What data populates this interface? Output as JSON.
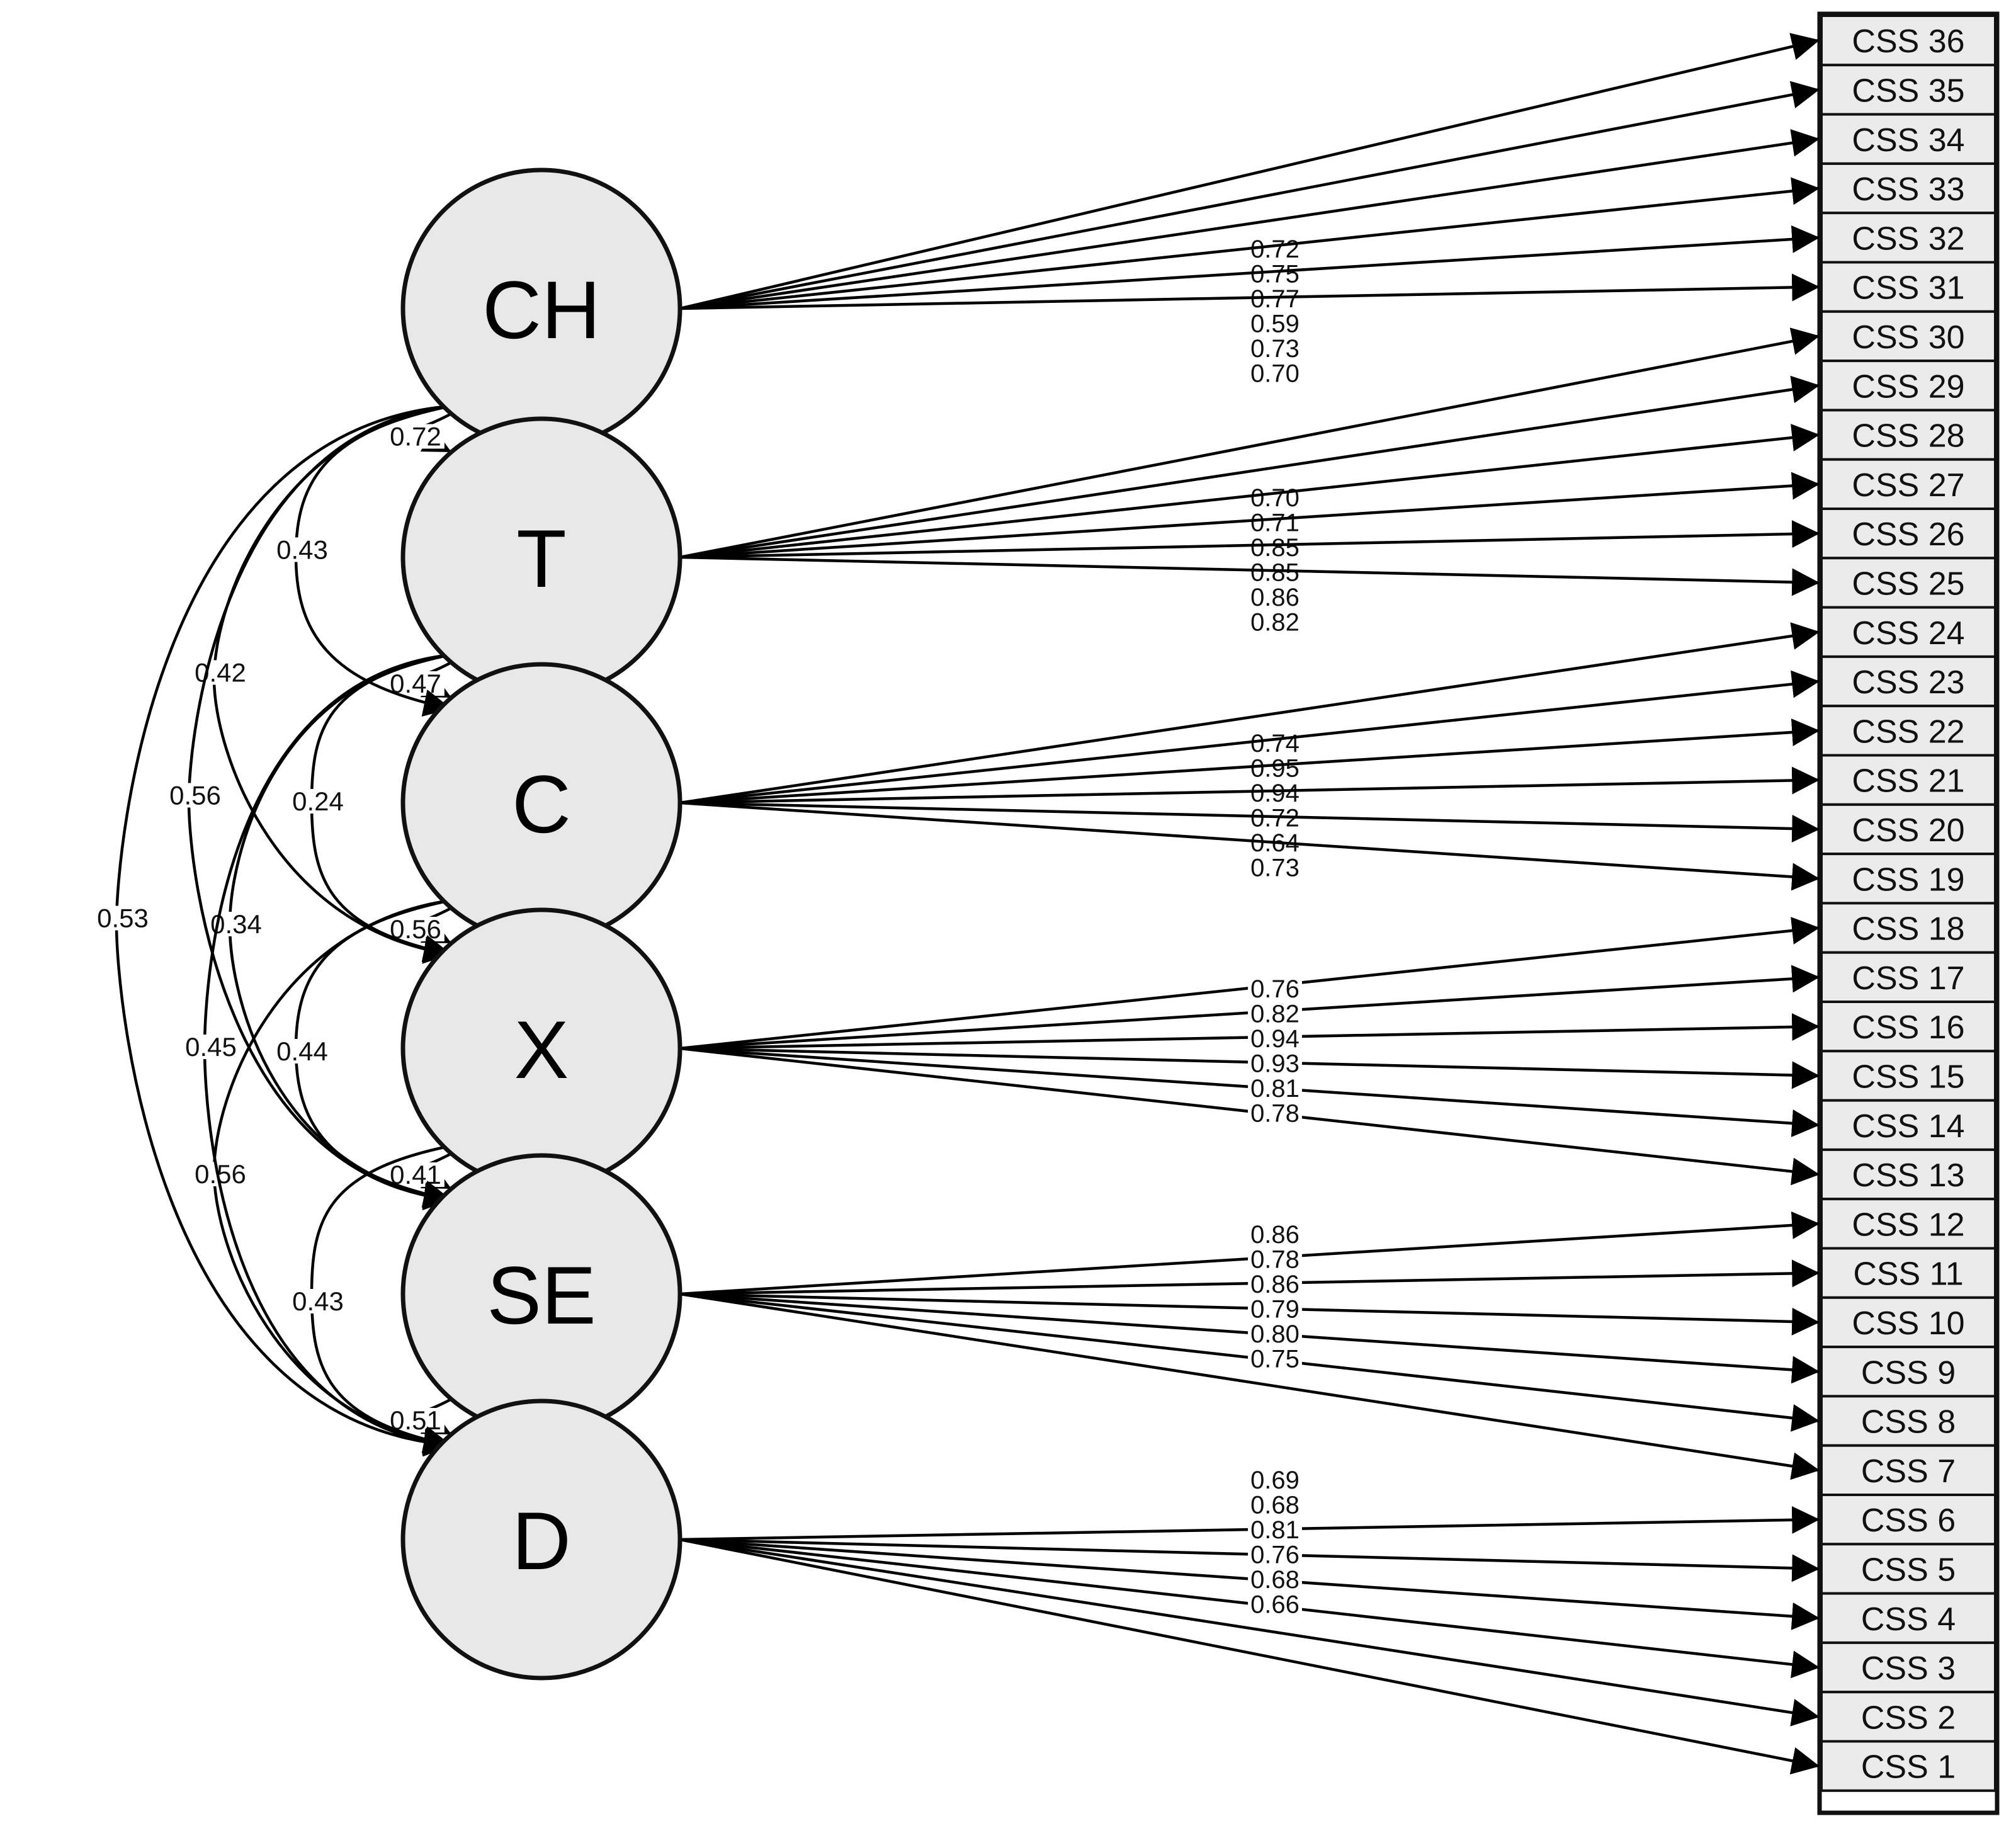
{
  "factors": [
    {
      "id": "CH",
      "label": "CH"
    },
    {
      "id": "T",
      "label": "T"
    },
    {
      "id": "C",
      "label": "C"
    },
    {
      "id": "X",
      "label": "X"
    },
    {
      "id": "SE",
      "label": "SE"
    },
    {
      "id": "D",
      "label": "D"
    }
  ],
  "indicators": [
    "CSS 36",
    "CSS 35",
    "CSS 34",
    "CSS 33",
    "CSS 32",
    "CSS 31",
    "CSS 30",
    "CSS 29",
    "CSS 28",
    "CSS 27",
    "CSS 26",
    "CSS 25",
    "CSS 24",
    "CSS 23",
    "CSS 22",
    "CSS 21",
    "CSS 20",
    "CSS 19",
    "CSS 18",
    "CSS 17",
    "CSS 16",
    "CSS 15",
    "CSS 14",
    "CSS 13",
    "CSS 12",
    "CSS 11",
    "CSS 10",
    "CSS 9",
    "CSS 8",
    "CSS 7",
    "CSS 6",
    "CSS 5",
    "CSS 4",
    "CSS 3",
    "CSS 2",
    "CSS 1"
  ],
  "loadings": [
    {
      "factor": "CH",
      "indicator": "CSS 36",
      "value": "0.72"
    },
    {
      "factor": "CH",
      "indicator": "CSS 35",
      "value": "0.75"
    },
    {
      "factor": "CH",
      "indicator": "CSS 34",
      "value": "0.77"
    },
    {
      "factor": "CH",
      "indicator": "CSS 33",
      "value": "0.59"
    },
    {
      "factor": "CH",
      "indicator": "CSS 32",
      "value": "0.73"
    },
    {
      "factor": "CH",
      "indicator": "CSS 31",
      "value": "0.70"
    },
    {
      "factor": "T",
      "indicator": "CSS 30",
      "value": "0.70"
    },
    {
      "factor": "T",
      "indicator": "CSS 29",
      "value": "0.71"
    },
    {
      "factor": "T",
      "indicator": "CSS 28",
      "value": "0.85"
    },
    {
      "factor": "T",
      "indicator": "CSS 27",
      "value": "0.85"
    },
    {
      "factor": "T",
      "indicator": "CSS 26",
      "value": "0.86"
    },
    {
      "factor": "T",
      "indicator": "CSS 25",
      "value": "0.82"
    },
    {
      "factor": "C",
      "indicator": "CSS 24",
      "value": "0.74"
    },
    {
      "factor": "C",
      "indicator": "CSS 23",
      "value": "0.95"
    },
    {
      "factor": "C",
      "indicator": "CSS 22",
      "value": "0.94"
    },
    {
      "factor": "C",
      "indicator": "CSS 21",
      "value": "0.72"
    },
    {
      "factor": "C",
      "indicator": "CSS 20",
      "value": "0.64"
    },
    {
      "factor": "C",
      "indicator": "CSS 19",
      "value": "0.73"
    },
    {
      "factor": "X",
      "indicator": "CSS 18",
      "value": "0.76"
    },
    {
      "factor": "X",
      "indicator": "CSS 17",
      "value": "0.82"
    },
    {
      "factor": "X",
      "indicator": "CSS 16",
      "value": "0.94"
    },
    {
      "factor": "X",
      "indicator": "CSS 15",
      "value": "0.93"
    },
    {
      "factor": "X",
      "indicator": "CSS 14",
      "value": "0.81"
    },
    {
      "factor": "X",
      "indicator": "CSS 13",
      "value": "0.78"
    },
    {
      "factor": "SE",
      "indicator": "CSS 12",
      "value": "0.86"
    },
    {
      "factor": "SE",
      "indicator": "CSS 11",
      "value": "0.78"
    },
    {
      "factor": "SE",
      "indicator": "CSS 10",
      "value": "0.86"
    },
    {
      "factor": "SE",
      "indicator": "CSS 9",
      "value": "0.79"
    },
    {
      "factor": "SE",
      "indicator": "CSS 8",
      "value": "0.80"
    },
    {
      "factor": "SE",
      "indicator": "CSS 7",
      "value": "0.75"
    },
    {
      "factor": "D",
      "indicator": "CSS 6",
      "value": "0.69"
    },
    {
      "factor": "D",
      "indicator": "CSS 5",
      "value": "0.68"
    },
    {
      "factor": "D",
      "indicator": "CSS 4",
      "value": "0.81"
    },
    {
      "factor": "D",
      "indicator": "CSS 3",
      "value": "0.76"
    },
    {
      "factor": "D",
      "indicator": "CSS 2",
      "value": "0.68"
    },
    {
      "factor": "D",
      "indicator": "CSS 1",
      "value": "0.66"
    }
  ],
  "correlations": [
    {
      "from": "CH",
      "to": "T",
      "value": "0.72"
    },
    {
      "from": "T",
      "to": "C",
      "value": "0.47"
    },
    {
      "from": "C",
      "to": "X",
      "value": "0.56"
    },
    {
      "from": "X",
      "to": "SE",
      "value": "0.41"
    },
    {
      "from": "SE",
      "to": "D",
      "value": "0.51"
    },
    {
      "from": "CH",
      "to": "C",
      "value": "0.43"
    },
    {
      "from": "T",
      "to": "X",
      "value": "0.24"
    },
    {
      "from": "C",
      "to": "SE",
      "value": "0.44"
    },
    {
      "from": "X",
      "to": "D",
      "value": "0.43"
    },
    {
      "from": "CH",
      "to": "X",
      "value": "0.42"
    },
    {
      "from": "T",
      "to": "SE",
      "value": "0.34"
    },
    {
      "from": "C",
      "to": "D",
      "value": "0.56"
    },
    {
      "from": "CH",
      "to": "SE",
      "value": "0.56"
    },
    {
      "from": "T",
      "to": "D",
      "value": "0.45"
    },
    {
      "from": "CH",
      "to": "D",
      "value": "0.53"
    }
  ]
}
